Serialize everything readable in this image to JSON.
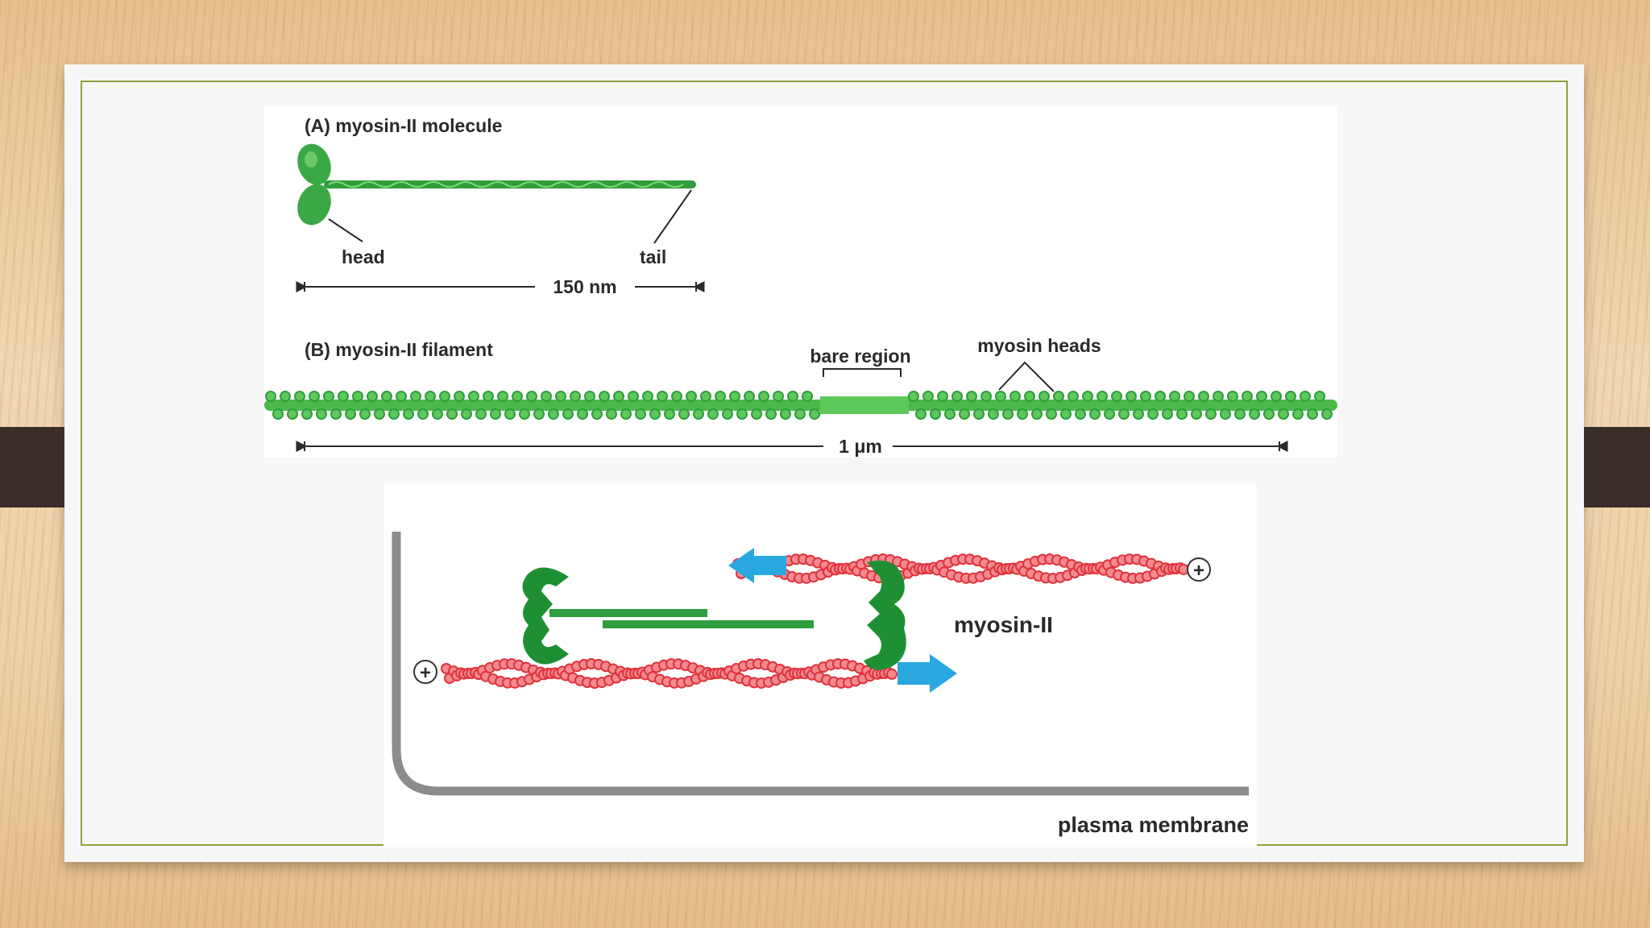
{
  "panel_a": {
    "title": "(A)   myosin-II molecule",
    "head_label": "head",
    "tail_label": "tail",
    "length_label": "150 nm"
  },
  "panel_b": {
    "title": "(B)   myosin-II filament",
    "bare_region_label": "bare region",
    "heads_label": "myosin heads",
    "length_label": "1 μm"
  },
  "bottom_figure": {
    "myosin_label": "myosin-II",
    "membrane_label": "plasma membrane",
    "plus_symbol": "+"
  },
  "colors": {
    "myosin_green": "#2e9e3e",
    "myosin_light": "#5ec85a",
    "actin_red": "#e0323c",
    "arrow_blue": "#29a8e0",
    "membrane_gray": "#8c8c8c",
    "frame_green": "#8ea23c"
  }
}
